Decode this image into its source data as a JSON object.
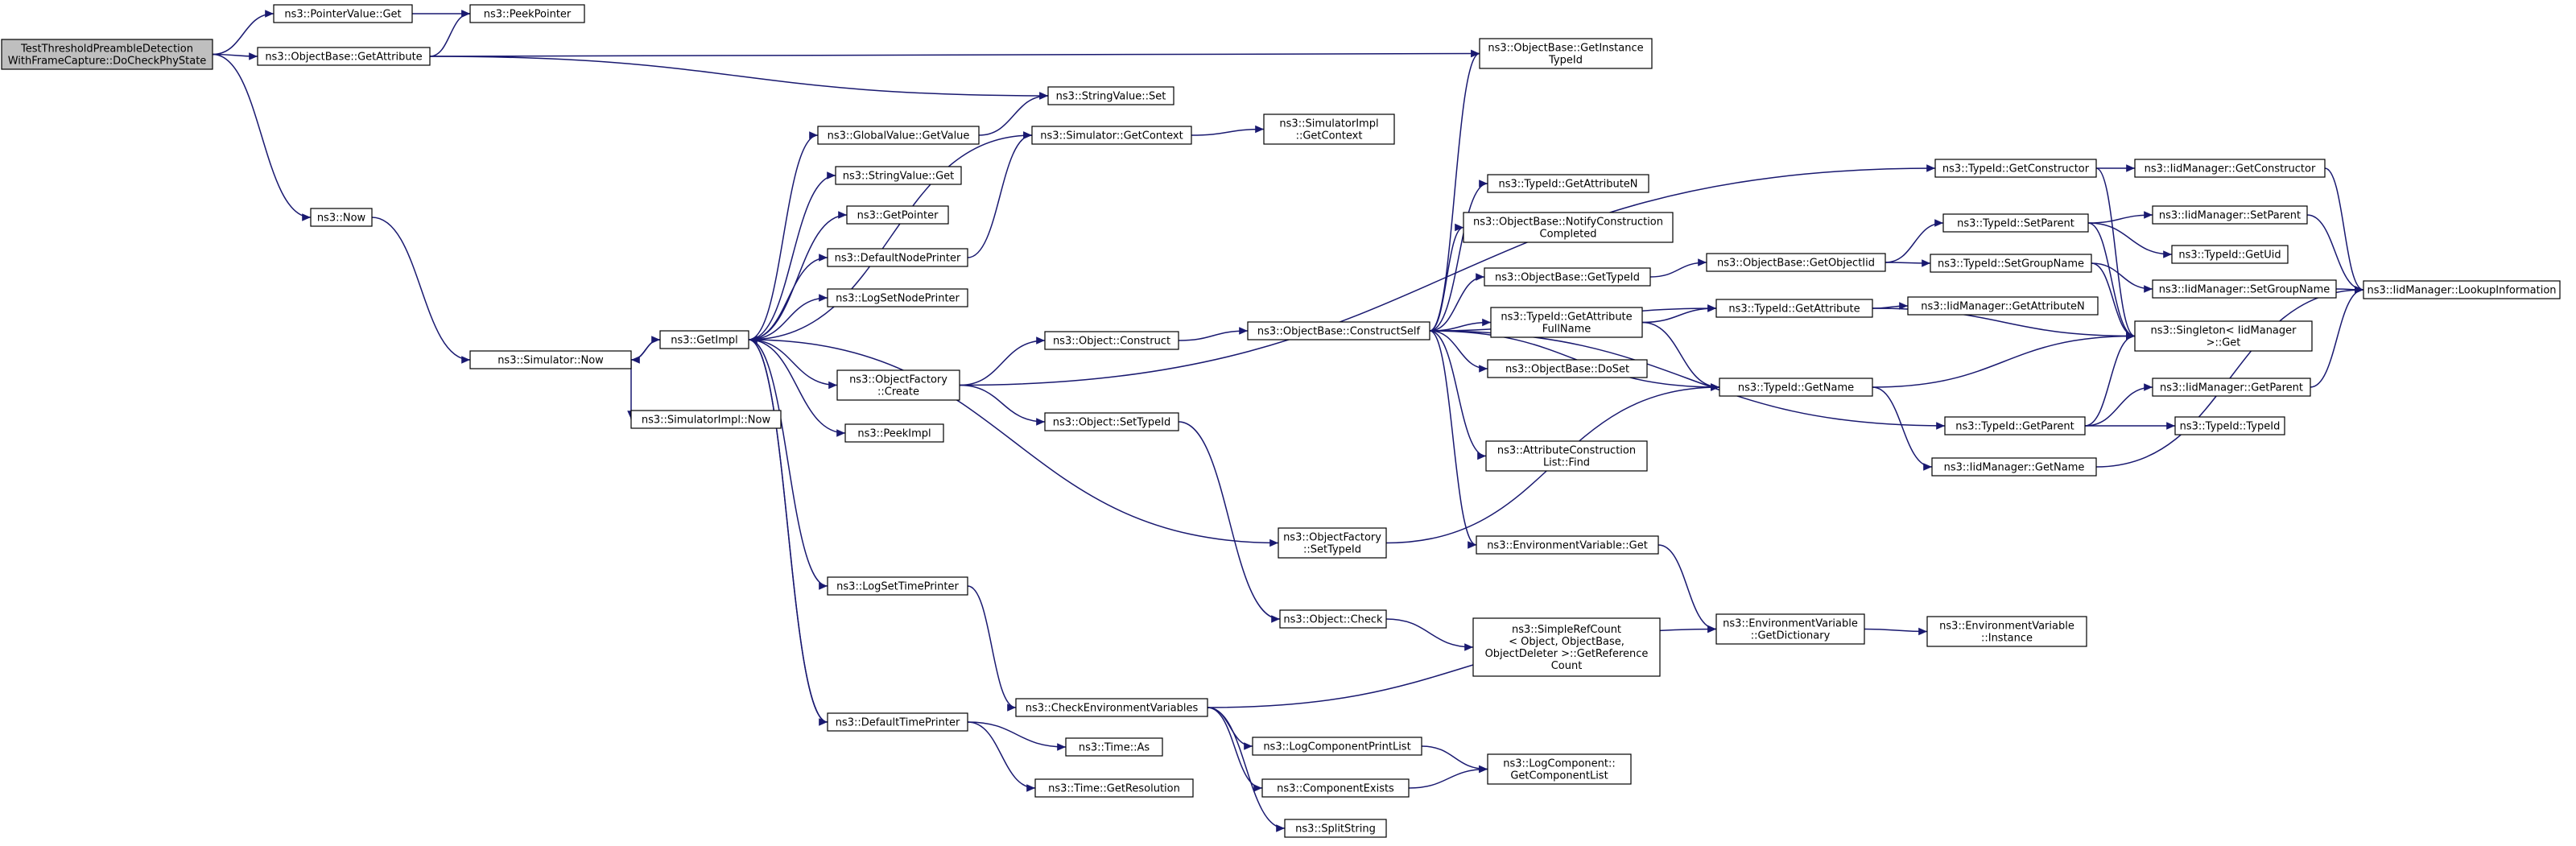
{
  "colors": {
    "edge": "#191970",
    "node_fill": "#ffffff",
    "root_fill": "#bfbfbf",
    "node_stroke": "#000000"
  },
  "nodes": {
    "root": [
      "TestThresholdPreambleDetection",
      "WithFrameCapture::DoCheckPhyState"
    ],
    "pvget": [
      "ns3::PointerValue::Get"
    ],
    "peekptr": [
      "ns3::PeekPointer"
    ],
    "getattr": [
      "ns3::ObjectBase::GetAttribute"
    ],
    "getinst": [
      "ns3::ObjectBase::GetInstance",
      "TypeId"
    ],
    "strset": [
      "ns3::StringValue::Set"
    ],
    "gvget": [
      "ns3::GlobalValue::GetValue"
    ],
    "simctx": [
      "ns3::Simulator::GetContext"
    ],
    "simictx": [
      "ns3::SimulatorImpl",
      "::GetContext"
    ],
    "now": [
      "ns3::Now"
    ],
    "strget": [
      "ns3::StringValue::Get"
    ],
    "getptr": [
      "ns3::GetPointer"
    ],
    "defnode": [
      "ns3::DefaultNodePrinter"
    ],
    "logsetnode": [
      "ns3::LogSetNodePrinter"
    ],
    "simnow": [
      "ns3::Simulator::Now"
    ],
    "getimpl": [
      "ns3::GetImpl"
    ],
    "simimplnow": [
      "ns3::SimulatorImpl::Now"
    ],
    "ofcreate": [
      "ns3::ObjectFactory",
      "::Create"
    ],
    "peekimpl": [
      "ns3::PeekImpl"
    ],
    "construct": [
      "ns3::Object::Construct"
    ],
    "settypeid": [
      "ns3::Object::SetTypeId"
    ],
    "constructself": [
      "ns3::ObjectBase::ConstructSelf"
    ],
    "getattrn": [
      "ns3::TypeId::GetAttributeN"
    ],
    "notify": [
      "ns3::ObjectBase::NotifyConstruction",
      "Completed"
    ],
    "obgettid": [
      "ns3::ObjectBase::GetTypeId"
    ],
    "getattrfull": [
      "ns3::TypeId::GetAttribute",
      "FullName"
    ],
    "doset": [
      "ns3::ObjectBase::DoSet"
    ],
    "acfind": [
      "ns3::AttributeConstruction",
      "List::Find"
    ],
    "envget": [
      "ns3::EnvironmentVariable::Get"
    ],
    "ofsettid": [
      "ns3::ObjectFactory",
      "::SetTypeId"
    ],
    "logsettime": [
      "ns3::LogSetTimePrinter"
    ],
    "objcheck": [
      "ns3::Object::Check"
    ],
    "srccount": [
      "ns3::SimpleRefCount",
      "< Object, ObjectBase,",
      " ObjectDeleter >::GetReference",
      "Count"
    ],
    "checkenv": [
      "ns3::CheckEnvironmentVariables"
    ],
    "deftime": [
      "ns3::DefaultTimePrinter"
    ],
    "timeas": [
      "ns3::Time::As"
    ],
    "timeres": [
      "ns3::Time::GetResolution"
    ],
    "logcpl": [
      "ns3::LogComponentPrintList"
    ],
    "compexists": [
      "ns3::ComponentExists"
    ],
    "splitstr": [
      "ns3::SplitString"
    ],
    "getcomplist": [
      "ns3::LogComponent::",
      "GetComponentList"
    ],
    "getobjtid": [
      "ns3::ObjectBase::GetObjectIid"
    ],
    "tidgetattr": [
      "ns3::TypeId::GetAttribute"
    ],
    "tidgetname": [
      "ns3::TypeId::GetName"
    ],
    "envdict": [
      "ns3::EnvironmentVariable",
      "::GetDictionary"
    ],
    "envinst": [
      "ns3::EnvironmentVariable",
      "::Instance"
    ],
    "tidgetctor": [
      "ns3::TypeId::GetConstructor"
    ],
    "tidsetparent": [
      "ns3::TypeId::SetParent"
    ],
    "tidsetgroup": [
      "ns3::TypeId::SetGroupName"
    ],
    "iidgetattrn": [
      "ns3::IidManager::GetAttributeN"
    ],
    "tidgetparent": [
      "ns3::TypeId::GetParent"
    ],
    "iidgetname": [
      "ns3::IidManager::GetName"
    ],
    "iidgetctor": [
      "ns3::IidManager::GetConstructor"
    ],
    "iidsetparent": [
      "ns3::IidManager::SetParent"
    ],
    "tidgetuid": [
      "ns3::TypeId::GetUid"
    ],
    "iidsetgroup": [
      "ns3::IidManager::SetGroupName"
    ],
    "singleton": [
      "ns3::Singleton< IidManager",
      " >::Get"
    ],
    "iidgetparent": [
      "ns3::IidManager::GetParent"
    ],
    "tidtypeid": [
      "ns3::TypeId::TypeId"
    ],
    "lookup": [
      "ns3::IidManager::LookupInformation"
    ]
  },
  "edges": [
    [
      "root",
      "pvget"
    ],
    [
      "root",
      "getattr"
    ],
    [
      "root",
      "now"
    ],
    [
      "pvget",
      "peekptr"
    ],
    [
      "getattr",
      "peekptr"
    ],
    [
      "getattr",
      "getinst"
    ],
    [
      "getattr",
      "strset"
    ],
    [
      "now",
      "simnow"
    ],
    [
      "simnow",
      "getimpl"
    ],
    [
      "simnow",
      "simimplnow"
    ],
    [
      "getimpl",
      "gvget"
    ],
    [
      "getimpl",
      "strget"
    ],
    [
      "getimpl",
      "getptr"
    ],
    [
      "getimpl",
      "defnode"
    ],
    [
      "getimpl",
      "logsetnode"
    ],
    [
      "getimpl",
      "simctx"
    ],
    [
      "getimpl",
      "ofcreate"
    ],
    [
      "getimpl",
      "peekimpl"
    ],
    [
      "getimpl",
      "ofsettid"
    ],
    [
      "getimpl",
      "logsettime"
    ],
    [
      "getimpl",
      "deftime"
    ],
    [
      "getimpl",
      "simnow"
    ],
    [
      "gvget",
      "strset"
    ],
    [
      "defnode",
      "simctx"
    ],
    [
      "simctx",
      "simictx"
    ],
    [
      "deftime",
      "getimpl"
    ],
    [
      "deftime",
      "timeas"
    ],
    [
      "deftime",
      "timeres"
    ],
    [
      "ofcreate",
      "construct"
    ],
    [
      "ofcreate",
      "settypeid"
    ],
    [
      "ofcreate",
      "tidgetctor"
    ],
    [
      "construct",
      "constructself"
    ],
    [
      "settypeid",
      "objcheck"
    ],
    [
      "objcheck",
      "srccount"
    ],
    [
      "ofsettid",
      "tidgetname"
    ],
    [
      "logsettime",
      "checkenv"
    ],
    [
      "checkenv",
      "envdict"
    ],
    [
      "checkenv",
      "logcpl"
    ],
    [
      "checkenv",
      "compexists"
    ],
    [
      "checkenv",
      "splitstr"
    ],
    [
      "logcpl",
      "getcomplist"
    ],
    [
      "compexists",
      "getcomplist"
    ],
    [
      "constructself",
      "getinst"
    ],
    [
      "constructself",
      "getattrn"
    ],
    [
      "constructself",
      "notify"
    ],
    [
      "constructself",
      "obgettid"
    ],
    [
      "constructself",
      "getattrfull"
    ],
    [
      "constructself",
      "doset"
    ],
    [
      "constructself",
      "acfind"
    ],
    [
      "constructself",
      "envget"
    ],
    [
      "constructself",
      "tidgetattr"
    ],
    [
      "constructself",
      "tidgetname"
    ],
    [
      "constructself",
      "tidgetparent"
    ],
    [
      "obgettid",
      "getobjtid"
    ],
    [
      "getattrfull",
      "tidgetattr"
    ],
    [
      "getattrfull",
      "tidgetname"
    ],
    [
      "envget",
      "envdict"
    ],
    [
      "envdict",
      "envinst"
    ],
    [
      "getobjtid",
      "tidsetparent"
    ],
    [
      "getobjtid",
      "tidsetgroup"
    ],
    [
      "tidgetattr",
      "iidgetattrn"
    ],
    [
      "tidgetattr",
      "singleton"
    ],
    [
      "tidgetname",
      "singleton"
    ],
    [
      "tidgetname",
      "iidgetname"
    ],
    [
      "tidgetctor",
      "iidgetctor"
    ],
    [
      "tidgetctor",
      "singleton"
    ],
    [
      "tidsetparent",
      "iidsetparent"
    ],
    [
      "tidsetparent",
      "tidgetuid"
    ],
    [
      "tidsetparent",
      "singleton"
    ],
    [
      "tidsetgroup",
      "iidsetgroup"
    ],
    [
      "tidsetgroup",
      "singleton"
    ],
    [
      "tidgetparent",
      "iidgetparent"
    ],
    [
      "tidgetparent",
      "tidtypeid"
    ],
    [
      "tidgetparent",
      "singleton"
    ],
    [
      "iidgetctor",
      "lookup"
    ],
    [
      "iidsetparent",
      "lookup"
    ],
    [
      "iidsetgroup",
      "lookup"
    ],
    [
      "iidgetparent",
      "lookup"
    ],
    [
      "iidgetname",
      "lookup"
    ]
  ]
}
